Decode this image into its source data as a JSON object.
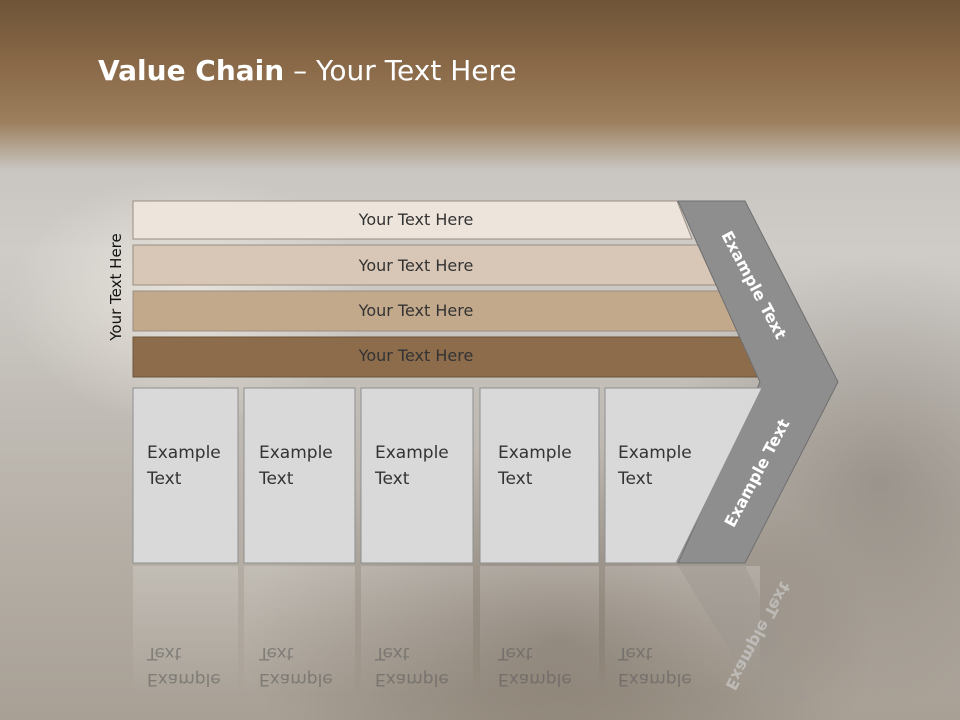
{
  "title": {
    "bold": "Value Chain",
    "rest": " – Your Text Here"
  },
  "side_label": "Your Text Here",
  "bars": [
    {
      "label": "Your Text Here",
      "color": "#ede4dc"
    },
    {
      "label": "Your Text Here",
      "color": "#d8c7b6"
    },
    {
      "label": "Your Text Here",
      "color": "#c3a98b"
    },
    {
      "label": "Your Text Here",
      "color": "#8c6c4b"
    }
  ],
  "cells": [
    {
      "line1": "Example",
      "line2": "Text"
    },
    {
      "line1": "Example",
      "line2": "Text"
    },
    {
      "line1": "Example",
      "line2": "Text"
    },
    {
      "line1": "Example",
      "line2": "Text"
    },
    {
      "line1": "Example",
      "line2": "Text"
    }
  ],
  "chevron": {
    "upper_label": "Example Text",
    "lower_label": "Example Text",
    "color": "#8e8e8e"
  },
  "colors": {
    "cell_fill": "#d9d9d9",
    "header_brown": "#8a6a48"
  }
}
